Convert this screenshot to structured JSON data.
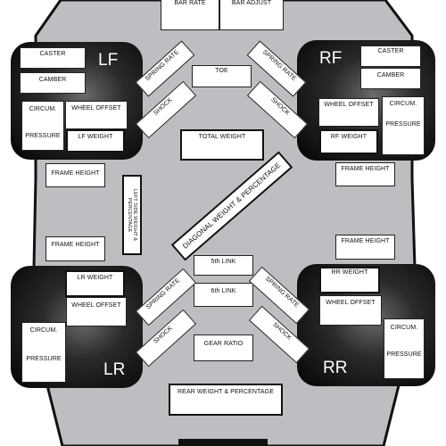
{
  "top": {
    "bar_rate": "BAR RATE",
    "bar_adjust": "BAR ADJUST"
  },
  "front": {
    "toe": "TOE",
    "spring_rate": "SPRING RATE",
    "shock": "SHOCK",
    "total_weight": "TOTAL WEIGHT"
  },
  "lf": {
    "label": "LF",
    "caster": "CASTER",
    "camber": "CAMBER",
    "circum": "CIRCUM.",
    "pressure": "PRESSURE",
    "wheel_offset": "WHEEL OFFSET",
    "weight": "LF WEIGHT"
  },
  "rf": {
    "label": "RF",
    "caster": "CASTER",
    "camber": "CAMBER",
    "circum": "CIRCUM.",
    "pressure": "PRESSURE",
    "wheel_offset": "WHEEL OFFSET",
    "weight": "RF WEIGHT"
  },
  "middle": {
    "frame_height": "FRAME HEIGHT",
    "diagonal": "DIAGONAL WEIGHT & PERCENTAGE",
    "left_side": "LEFT SIDE WEIGHT & PERCENTAGE"
  },
  "rear": {
    "fifth_link": "5th LINK",
    "sixth_link": "6th LINK",
    "gear_ratio": "GEAR RATIO",
    "spring_rate": "SPRING RATE",
    "shock": "SHOCK",
    "weight_percentage": "REAR WEIGHT & PERCENTAGE"
  },
  "lr": {
    "label": "LR",
    "weight": "LR WEIGHT",
    "wheel_offset": "WHEEL OFFSET",
    "circum": "CIRCUM.",
    "pressure": "PRESSURE"
  },
  "rr": {
    "label": "RR",
    "weight": "RR WEIGHT",
    "wheel_offset": "WHEEL OFFSET",
    "circum": "CIRCUM.",
    "pressure": "PRESSURE"
  },
  "colors": {
    "body": "#bdbec2",
    "outline": "#111111",
    "tire": "#141414",
    "box": "#ffffff"
  }
}
